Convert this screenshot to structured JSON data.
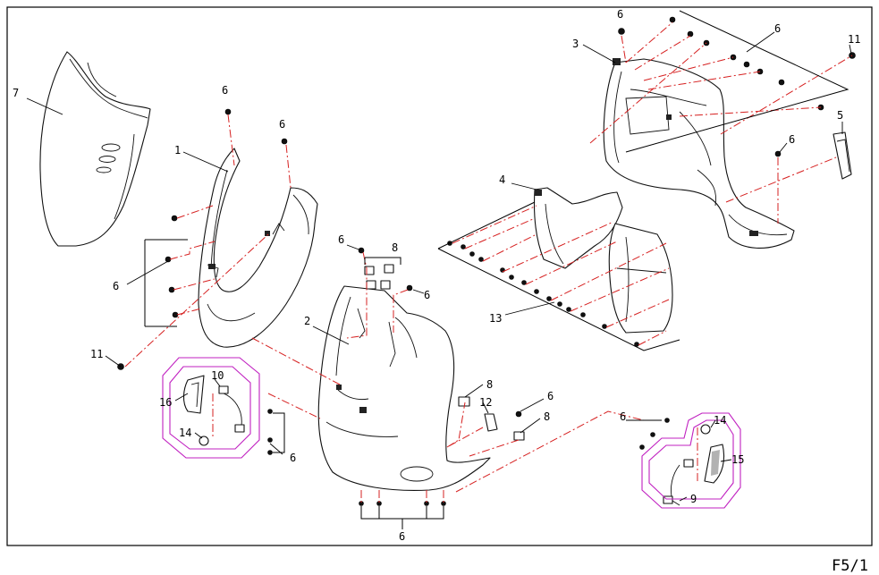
{
  "sheet_ref": "F5/1",
  "callouts": {
    "c1": "1",
    "c2": "2",
    "c3": "3",
    "c4": "4",
    "c5": "5",
    "c6": "6",
    "c7": "7",
    "c8": "8",
    "c9": "9",
    "c10": "10",
    "c11": "11",
    "c12": "12",
    "c13": "13",
    "c14": "14",
    "c15": "15",
    "c16": "16"
  },
  "colors": {
    "outline": "#111111",
    "reference_line": "#d62020",
    "kit_boundary": "#c020c0",
    "background": "#ffffff"
  }
}
